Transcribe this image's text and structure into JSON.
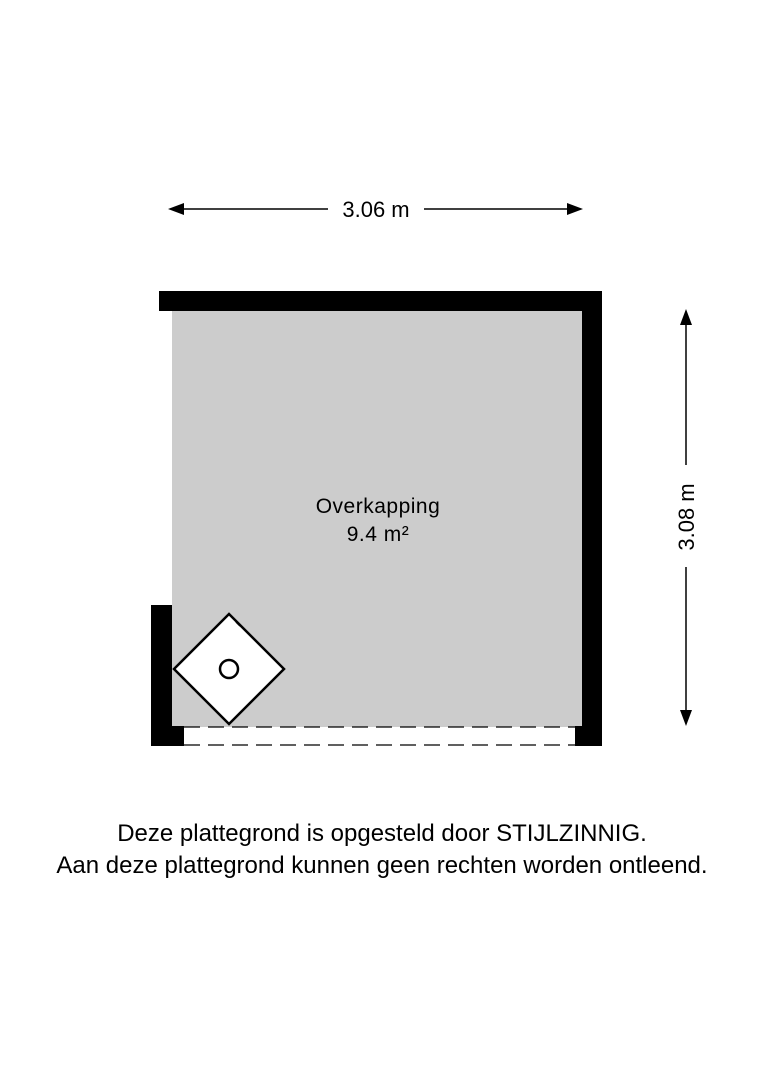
{
  "floorplan": {
    "room": {
      "name": "Overkapping",
      "area": "9.4 m²",
      "fill_color": "#cccccc"
    },
    "dimensions": {
      "width_label": "3.06 m",
      "height_label": "3.08 m"
    },
    "wall_color": "#000000",
    "fixture_icon": "column-post-icon"
  },
  "disclaimer": {
    "line1": "Deze plattegrond is opgesteld door STIJLZINNIG.",
    "line2": "Aan deze plattegrond kunnen geen rechten worden ontleend."
  }
}
